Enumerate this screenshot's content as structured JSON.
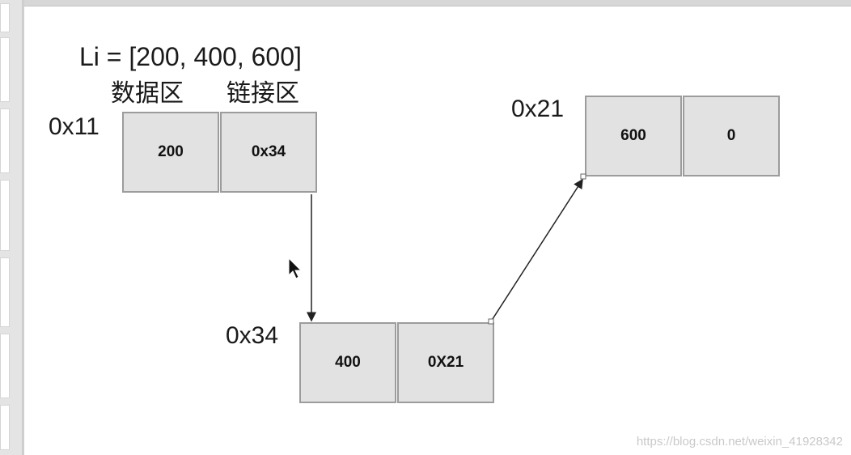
{
  "diagram": {
    "title": "Li = [200, 400, 600]",
    "data_region_label": "数据区",
    "link_region_label": "链接区",
    "nodes": [
      {
        "address": "0x11",
        "data": "200",
        "link": "0x34"
      },
      {
        "address": "0x34",
        "data": "400",
        "link": "0X21"
      },
      {
        "address": "0x21",
        "data": "600",
        "link": "0"
      }
    ]
  },
  "watermark": "https://blog.csdn.net/weixin_41928342",
  "colors": {
    "cell_fill": "#e2e2e2",
    "cell_border": "#9c9c9c",
    "arrow": "#222222"
  },
  "icons": {
    "cursor": "mouse-pointer-icon"
  }
}
